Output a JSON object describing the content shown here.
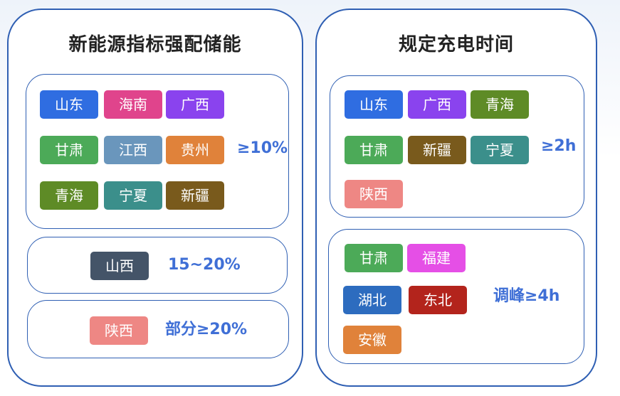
{
  "left": {
    "title": "新能源指标强配储能",
    "groups": [
      {
        "value": "≥10%",
        "items": [
          {
            "label": "山东",
            "color": "#2f6de1"
          },
          {
            "label": "海南",
            "color": "#e0448c"
          },
          {
            "label": "广西",
            "color": "#8a43ee"
          },
          {
            "label": "甘肃",
            "color": "#4caa58"
          },
          {
            "label": "江西",
            "color": "#6a96bc"
          },
          {
            "label": "贵州",
            "color": "#e0823a"
          },
          {
            "label": "青海",
            "color": "#5e8b26"
          },
          {
            "label": "宁夏",
            "color": "#3b8f8b"
          },
          {
            "label": "新疆",
            "color": "#795a1c"
          }
        ]
      },
      {
        "value": "15~20%",
        "items": [
          {
            "label": "山西",
            "color": "#445468"
          }
        ]
      },
      {
        "value": "部分≥20%",
        "items": [
          {
            "label": "陕西",
            "color": "#ee8784"
          }
        ]
      }
    ]
  },
  "right": {
    "title": "规定充电时间",
    "groups": [
      {
        "value": "≥2h",
        "items": [
          {
            "label": "山东",
            "color": "#2f6de1"
          },
          {
            "label": "广西",
            "color": "#8a43ee"
          },
          {
            "label": "青海",
            "color": "#5e8b26"
          },
          {
            "label": "甘肃",
            "color": "#4caa58"
          },
          {
            "label": "新疆",
            "color": "#795a1c"
          },
          {
            "label": "宁夏",
            "color": "#3b8f8b"
          },
          {
            "label": "陕西",
            "color": "#ee8784"
          }
        ]
      },
      {
        "value": "调峰≥4h",
        "items": [
          {
            "label": "甘肃",
            "color": "#4caa58"
          },
          {
            "label": "福建",
            "color": "#e54fe6"
          },
          {
            "label": "湖北",
            "color": "#2d6cbf"
          },
          {
            "label": "东北",
            "color": "#b3241c"
          },
          {
            "label": "安徽",
            "color": "#e0823a"
          }
        ]
      }
    ]
  }
}
